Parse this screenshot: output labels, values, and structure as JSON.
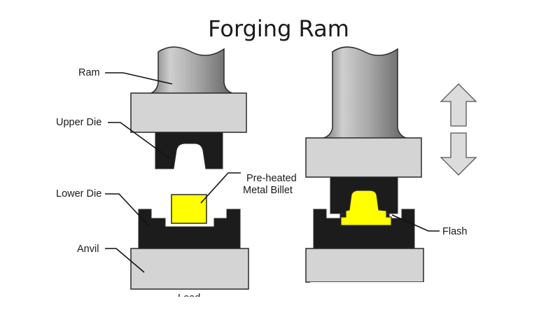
{
  "title": "Forging Ram",
  "labels": {
    "ram": "Ram",
    "upper_die": "Upper Die",
    "billet_line1": "Pre-heated",
    "billet_line2": "Metal Billet",
    "lower_die": "Lower Die",
    "anvil": "Anvil",
    "flash": "Flash",
    "bottom_cut": "Load"
  },
  "colors": {
    "ram_metal": "#a9a9a9",
    "plate": "#d4d4d4",
    "die": "#1c1c1c",
    "billet": "#ffff00",
    "arrow": "#dcdcdc",
    "outline": "#2a2a2a"
  },
  "icons": {
    "up_arrow": "up-arrow-icon",
    "down_arrow": "down-arrow-icon"
  }
}
